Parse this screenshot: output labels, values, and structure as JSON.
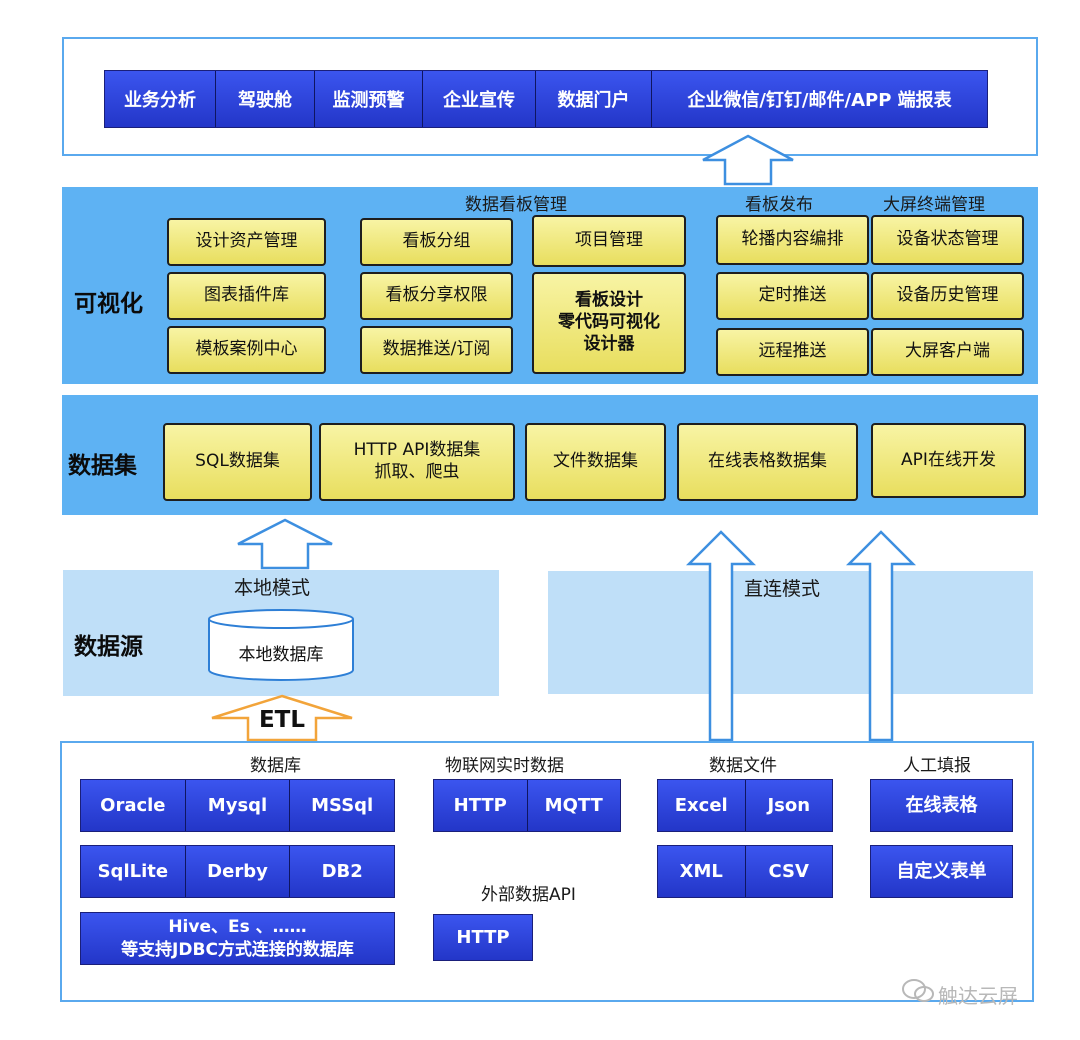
{
  "output_tabs": [
    "业务分析",
    "驾驶舱",
    "监测预警",
    "企业宣传",
    "数据门户",
    "企业微信/钉钉/邮件/APP 端报表"
  ],
  "visualization": {
    "title": "可视化",
    "group_dashboard_mgmt": "数据看板管理",
    "group_publish": "看板发布",
    "group_screen": "大屏终端管理",
    "col1": [
      "设计资产管理",
      "图表插件库",
      "模板案例中心"
    ],
    "col2": [
      "看板分组",
      "看板分享权限",
      "数据推送/订阅"
    ],
    "project_mgmt": "项目管理",
    "designer": [
      "看板设计",
      "零代码可视化",
      "设计器"
    ],
    "publish": [
      "轮播内容编排",
      "定时推送",
      "远程推送"
    ],
    "screen": [
      "设备状态管理",
      "设备历史管理",
      "大屏客户端"
    ]
  },
  "dataset": {
    "title": "数据集",
    "sql": "SQL数据集",
    "http_api": [
      "HTTP API数据集",
      "抓取、爬虫"
    ],
    "file": "文件数据集",
    "online_table": "在线表格数据集",
    "api_dev": "API在线开发"
  },
  "datasource": {
    "title": "数据源",
    "local_mode": "本地模式",
    "local_db": "本地数据库",
    "direct_mode": "直连模式",
    "etl": "ETL"
  },
  "sources": {
    "db_title": "数据库",
    "db_row1": [
      "Oracle",
      "Mysql",
      "MSSql"
    ],
    "db_row2": [
      "SqlLite",
      "Derby",
      "DB2"
    ],
    "db_row3": [
      "Hive、Es 、……",
      "等支持JDBC方式连接的数据库"
    ],
    "iot_title": "物联网实时数据",
    "iot_row": [
      "HTTP",
      "MQTT"
    ],
    "ext_title": "外部数据API",
    "ext_row": [
      "HTTP"
    ],
    "file_title": "数据文件",
    "file_row1": [
      "Excel",
      "Json"
    ],
    "file_row2": [
      "XML",
      "CSV"
    ],
    "manual_title": "人工填报",
    "manual_row1": [
      "在线表格"
    ],
    "manual_row2": [
      "自定义表单"
    ]
  },
  "watermark": "触达云屏",
  "colors": {
    "layer_blue": "#5eb2f3",
    "zone_blue": "#bfdff8",
    "box_yellow": "#f0e87a",
    "bar_blue": "#2f45dd",
    "etl_orange": "#f2a43a"
  }
}
